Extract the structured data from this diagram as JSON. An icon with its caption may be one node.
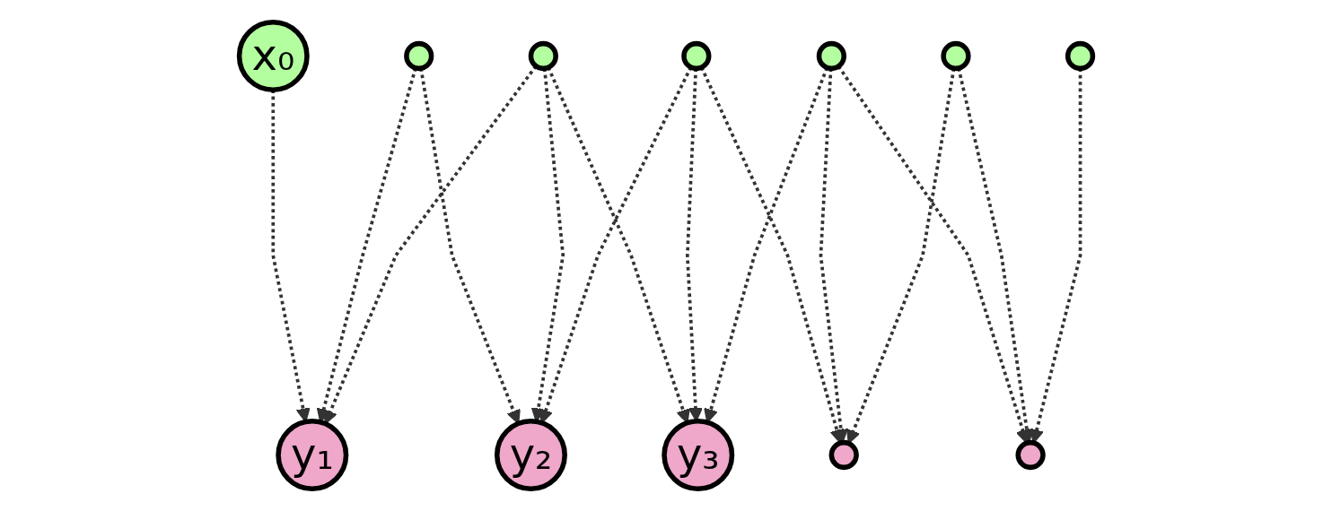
{
  "diagram": {
    "nodes": [
      {
        "text": [
          "x₀"
        ]
      },
      {
        "text": [],
        "shape": "circle"
      },
      {
        "text": [],
        "shape": "circle"
      },
      {
        "text": [],
        "shape": "circle"
      },
      {
        "text": [],
        "shape": "circle"
      },
      {
        "text": [],
        "shape": "circle"
      },
      {
        "text": [],
        "shape": "circle"
      },
      {
        "text": [
          "y₁"
        ]
      },
      {
        "text": [
          "y₂"
        ]
      },
      {
        "text": [
          "y₃"
        ]
      },
      {
        "text": [],
        "shape": "circle"
      },
      {
        "text": [],
        "shape": "circle"
      }
    ],
    "edges": [
      {
        "from": 0,
        "to": 7,
        "arrow": "to",
        "style": "dashed"
      },
      {
        "from": 1,
        "to": 7,
        "arrow": "to",
        "style": "dashed"
      },
      {
        "from": 2,
        "to": 7,
        "arrow": "to",
        "style": "dashed"
      },
      {
        "from": 1,
        "to": 8,
        "arrow": "to",
        "style": "dashed"
      },
      {
        "from": 2,
        "to": 8,
        "arrow": "to",
        "style": "dashed"
      },
      {
        "from": 3,
        "to": 8,
        "arrow": "to",
        "style": "dashed"
      },
      {
        "from": 2,
        "to": 9,
        "arrow": "to",
        "style": "dashed"
      },
      {
        "from": 3,
        "to": 9,
        "arrow": "to",
        "style": "dashed"
      },
      {
        "from": 4,
        "to": 9,
        "arrow": "to",
        "style": "dashed"
      },
      {
        "from": 3,
        "to": 10,
        "arrow": "to",
        "style": "dashed"
      },
      {
        "from": 4,
        "to": 10,
        "arrow": "to",
        "style": "dashed"
      },
      {
        "from": 5,
        "to": 10,
        "arrow": "to",
        "style": "dashed"
      },
      {
        "from": 4,
        "to": 11,
        "arrow": "to",
        "style": "dashed"
      },
      {
        "from": 5,
        "to": 11,
        "arrow": "to",
        "style": "dashed"
      },
      {
        "from": 6,
        "to": 11,
        "arrow": "to",
        "style": "dashed"
      }
    ]
  }
}
